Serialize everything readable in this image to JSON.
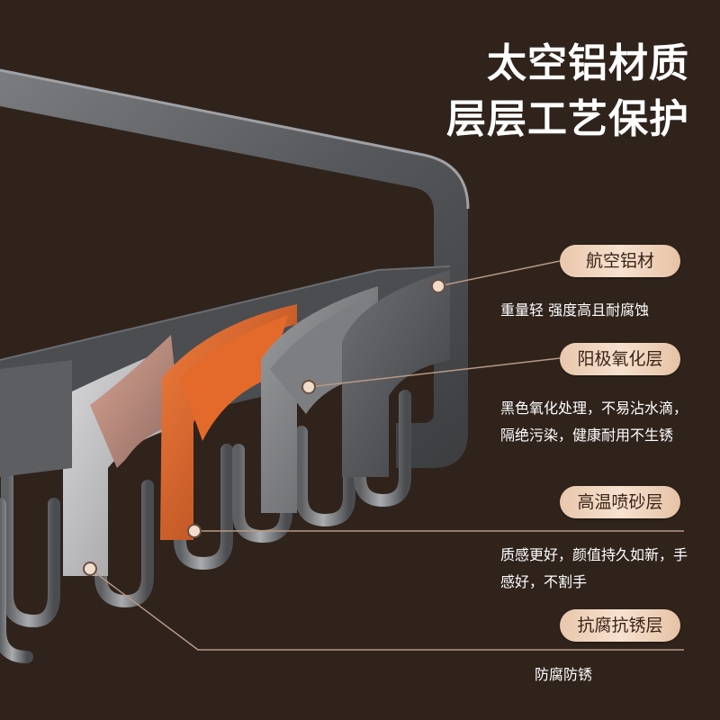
{
  "headline": {
    "line1": "太空铝材质",
    "line2": "层层工艺保护"
  },
  "layers": [
    {
      "label": "航空铝材",
      "desc": "重量轻 强度高且耐腐蚀"
    },
    {
      "label": "阳极氧化层",
      "desc": "黑色氧化处理，不易沾水滴，隔绝污染，健康耐用不生锈"
    },
    {
      "label": "高温喷砂层",
      "desc": "质感更好，颜值持久如新，手感好，不割手"
    },
    {
      "label": "抗腐抗锈层",
      "desc": "防腐防锈"
    }
  ],
  "colors": {
    "background": "#2f231c",
    "badge": "#f0d6c0",
    "accent_orange": "#d3642a",
    "leader_line": "#b89a86"
  }
}
